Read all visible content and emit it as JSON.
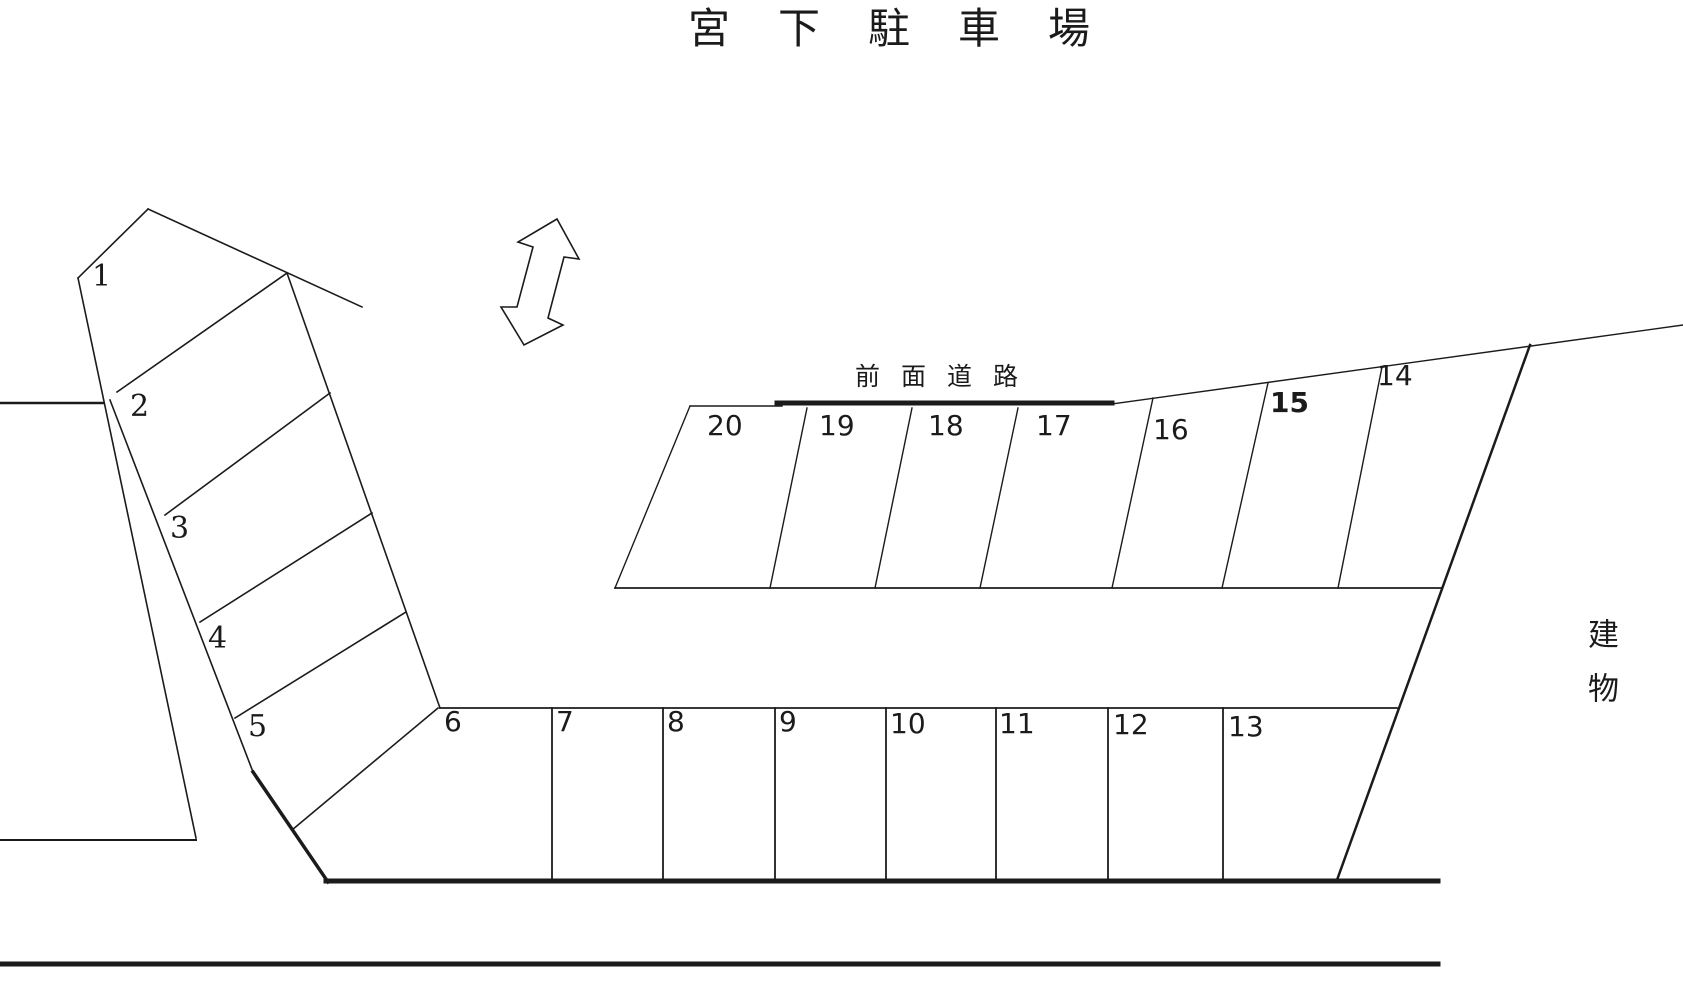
{
  "title": "宮下駐車場",
  "road": {
    "label": "前面道路"
  },
  "building": {
    "label": "建物"
  },
  "icons": {
    "direction_arrow": "two-way-arrow"
  },
  "spaces": [
    {
      "number": "1"
    },
    {
      "number": "2"
    },
    {
      "number": "3"
    },
    {
      "number": "4"
    },
    {
      "number": "5"
    },
    {
      "number": "6"
    },
    {
      "number": "7"
    },
    {
      "number": "8"
    },
    {
      "number": "9"
    },
    {
      "number": "10"
    },
    {
      "number": "11"
    },
    {
      "number": "12"
    },
    {
      "number": "13"
    },
    {
      "number": "14"
    },
    {
      "number": "15"
    },
    {
      "number": "16"
    },
    {
      "number": "17"
    },
    {
      "number": "18"
    },
    {
      "number": "19"
    },
    {
      "number": "20"
    }
  ]
}
